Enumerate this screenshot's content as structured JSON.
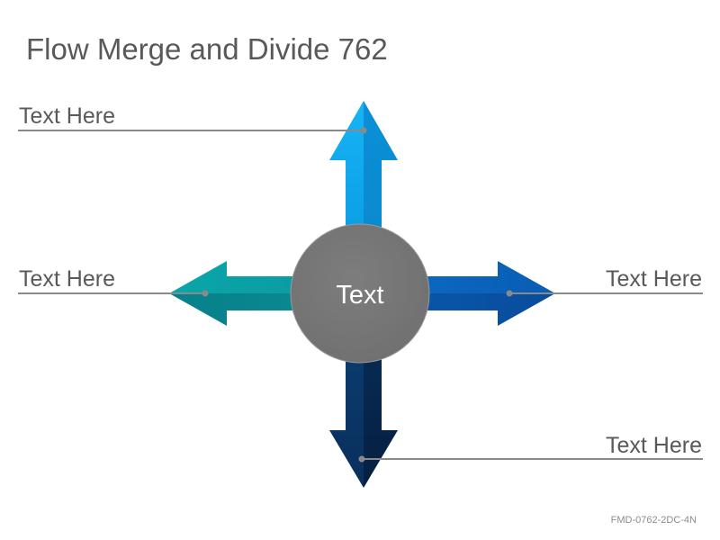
{
  "slide": {
    "title": "Flow Merge and Divide 762",
    "footer_code": "FMD-0762-2DC-4N"
  },
  "diagram": {
    "center_text": "Text",
    "labels": {
      "top_left": "Text Here",
      "middle_left": "Text Here",
      "middle_right": "Text Here",
      "bottom_right": "Text Here"
    },
    "colors": {
      "arrow_up": "#0ea5ea",
      "arrow_left": "#0a9aa0",
      "arrow_right": "#0a62b8",
      "arrow_down": "#0a3566",
      "circle": "#7a7a7a",
      "leader_line": "#8a8a8a"
    }
  }
}
